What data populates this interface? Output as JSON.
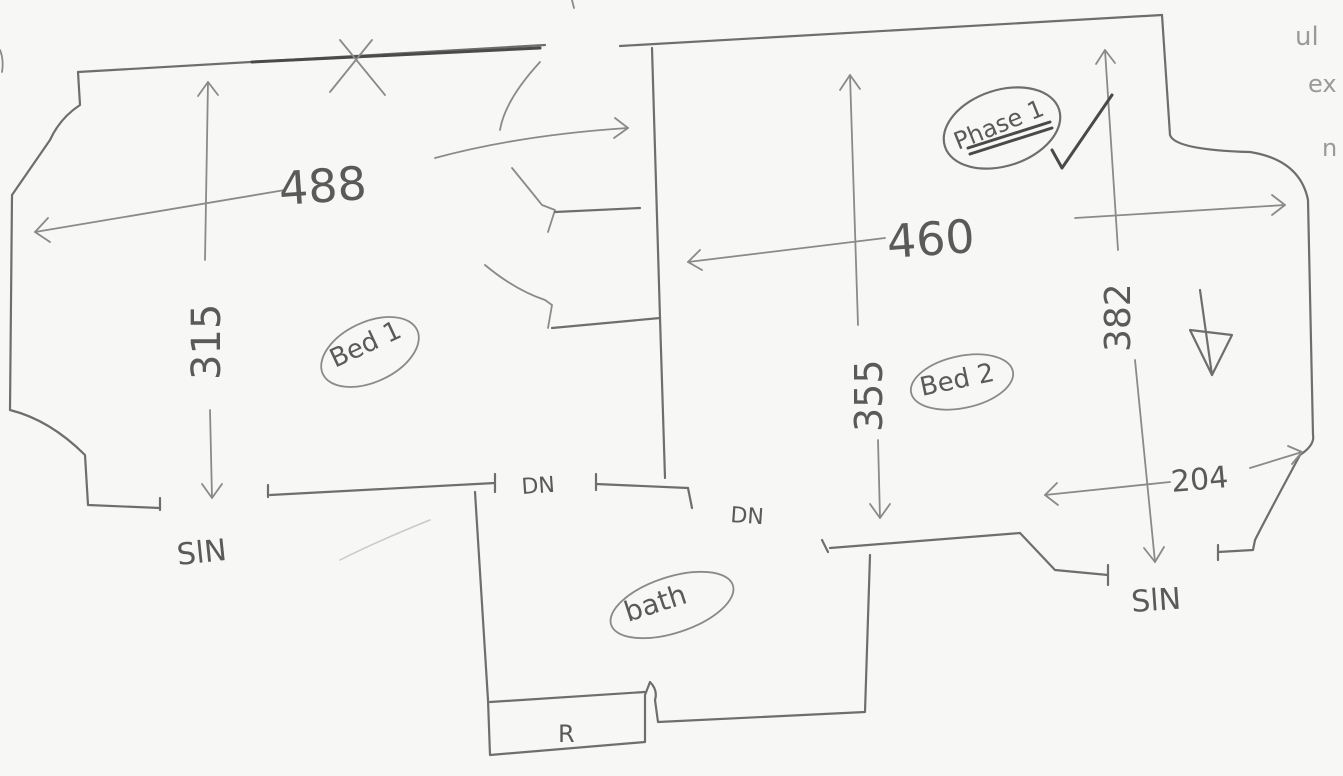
{
  "sketch": {
    "rooms": {
      "bed1": "Bed 1",
      "bed2": "Bed 2",
      "bath": "bath"
    },
    "dimensions": {
      "bed1_width": "488",
      "bed1_depth": "315",
      "bed2_width": "460",
      "bed2_depth": "355",
      "bed2_depth_right": "382",
      "bed2_bump": "204"
    },
    "labels": {
      "phase": "Phase 1",
      "sln_left": "SlN",
      "sln_right": "SlN",
      "dn_left": "DN",
      "dn_right": "DN",
      "r": "R"
    },
    "margin_notes": [
      "ul",
      "ex",
      "n"
    ]
  }
}
